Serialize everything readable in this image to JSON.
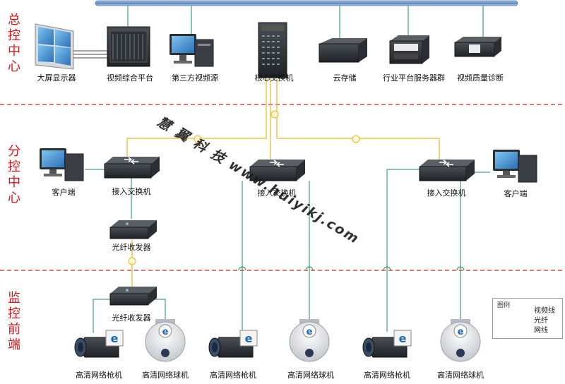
{
  "zones": {
    "central": "总控中心",
    "branch": "分控中心",
    "front": "监控前端"
  },
  "devices": {
    "big_screen": "大屏显示器",
    "video_platform": "视频综合平台",
    "third_party_source": "第三方视频源",
    "core_switch": "核心交换机",
    "cloud_storage": "云存储",
    "industry_servers": "行业平台服务器群",
    "quality_diagnosis": "视频质量诊断",
    "client_left": "客户端",
    "client_right": "客户端",
    "access_switch_left": "接入交换机",
    "access_switch_center": "接入交换机",
    "access_switch_right": "接入交换机",
    "transceiver_top": "光纤收发器",
    "transceiver_bottom": "光纤收发器",
    "bullet_cam_1": "高清网络枪机",
    "dome_cam_1": "高清网络球机",
    "bullet_cam_2": "高清网络枪机",
    "dome_cam_2": "高清网络球机",
    "bullet_cam_3": "高清网络枪机",
    "dome_cam_3": "高清网络球机"
  },
  "legend": {
    "title": "图例",
    "video_line": "视频线",
    "fiber": "光纤",
    "network": "网线"
  },
  "watermark": "慧 翼 科 技 www.huiyikj.com",
  "colors": {
    "zone_label": "#d8171c",
    "divider": "#e0474a",
    "network_line": "#1e8c5a",
    "fiber_line": "#e8b81e",
    "backbone": "#6e98c9"
  }
}
